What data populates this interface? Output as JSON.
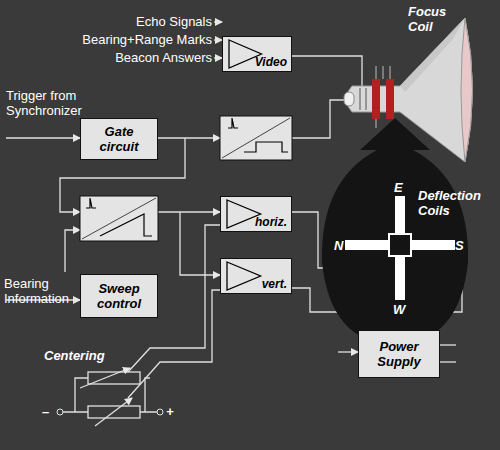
{
  "diagram": {
    "nodes": [
      {
        "text": [
          "Video"
        ]
      },
      {
        "text": [
          "Gate circuit"
        ]
      },
      {
        "text": [
          "horiz."
        ]
      },
      {
        "text": [
          "vert."
        ]
      },
      {
        "text": [
          "Sweep control"
        ]
      },
      {
        "text": [
          "Power Supply"
        ]
      }
    ],
    "labels": [
      "Echo Signals",
      "Bearing+Range Marks",
      "Beacon Answers",
      "Trigger from Synchronizer",
      "Bearing Information",
      "Focus Coil",
      "Deflection Coils",
      "E",
      "N",
      "S",
      "W",
      "Centering",
      "–",
      "+"
    ]
  }
}
